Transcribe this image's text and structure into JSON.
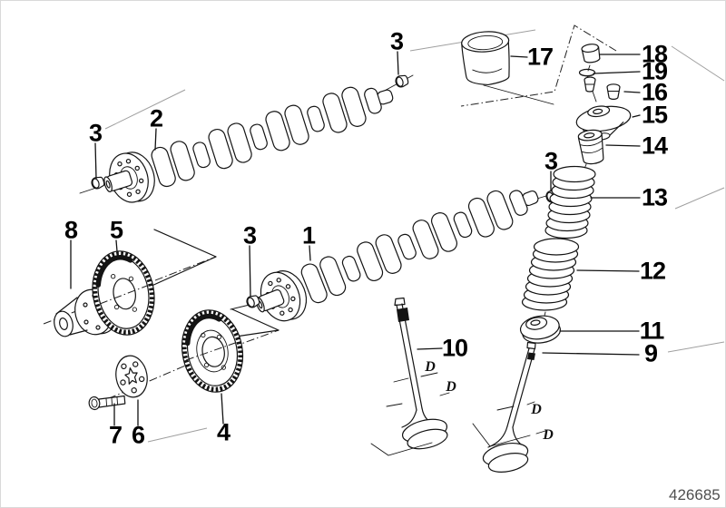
{
  "drawing_number": "426685",
  "callouts": [
    {
      "part": "2"
    },
    {
      "part": "3"
    },
    {
      "part": "3"
    },
    {
      "part": "3"
    },
    {
      "part": "3"
    },
    {
      "part": "1"
    },
    {
      "part": "17"
    },
    {
      "part": "18"
    },
    {
      "part": "19"
    },
    {
      "part": "16"
    },
    {
      "part": "15"
    },
    {
      "part": "14"
    },
    {
      "part": "13"
    },
    {
      "part": "12"
    },
    {
      "part": "11"
    },
    {
      "part": "9"
    },
    {
      "part": "10"
    },
    {
      "part": "8"
    },
    {
      "part": "5"
    },
    {
      "part": "7"
    },
    {
      "part": "6"
    },
    {
      "part": "4"
    }
  ],
  "dimension_labels": [
    {
      "text": "D"
    },
    {
      "text": "D"
    },
    {
      "text": "D"
    },
    {
      "text": "D"
    }
  ],
  "colors": {
    "line": "#141414",
    "background": "#ffffff",
    "doc_number_text": "#4f4f4f"
  }
}
